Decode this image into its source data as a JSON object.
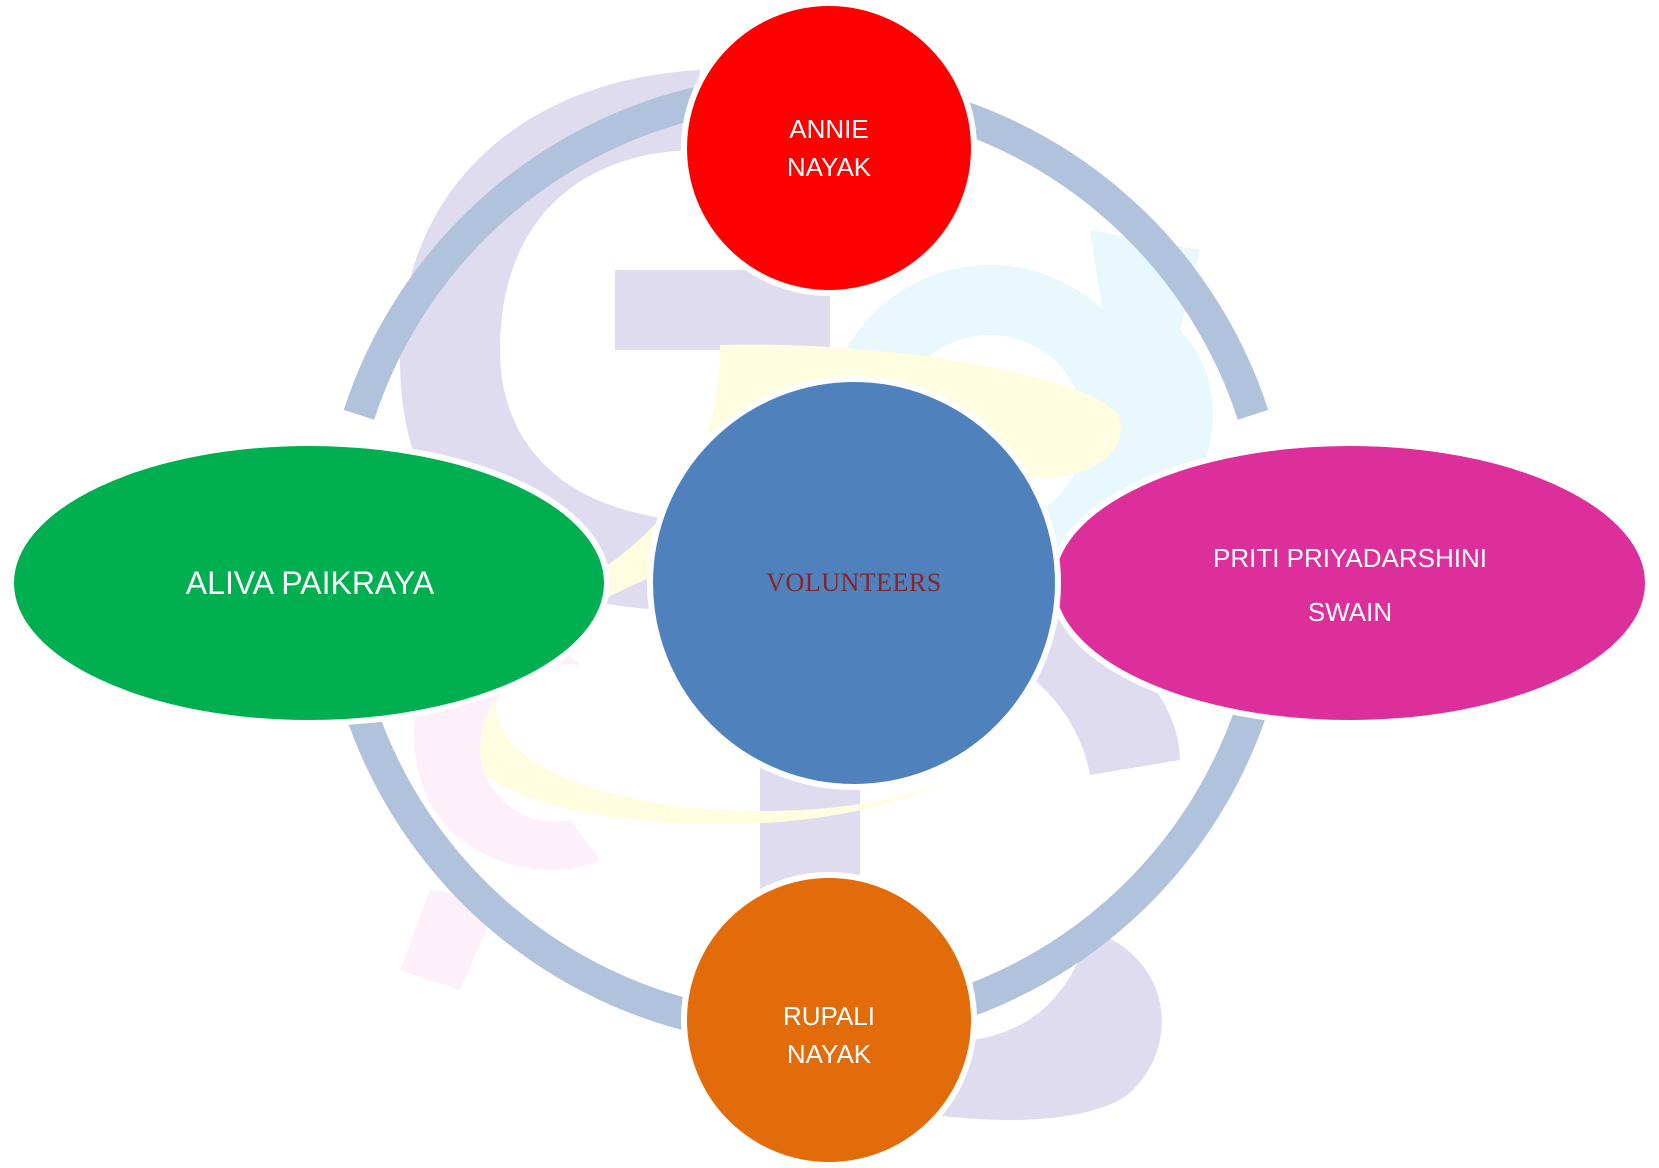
{
  "diagram": {
    "center": {
      "label": "VOLUNTEERS",
      "fill": "#4f81bd",
      "text_color": "#8b2323"
    },
    "nodes": [
      {
        "id": "top",
        "label": "ANNIE\nNAYAK",
        "fill": "#ff0000"
      },
      {
        "id": "right",
        "label": "PRITI PRIYADARSHINI\nSWAIN",
        "fill": "#dc2f9c"
      },
      {
        "id": "bottom",
        "label": "RUPALI\nNAYAK",
        "fill": "#e36c0a"
      },
      {
        "id": "left",
        "label": "ALIVA PAIKRAYA",
        "fill": "#00b050"
      }
    ],
    "ring_color": "#b0c2dc"
  }
}
